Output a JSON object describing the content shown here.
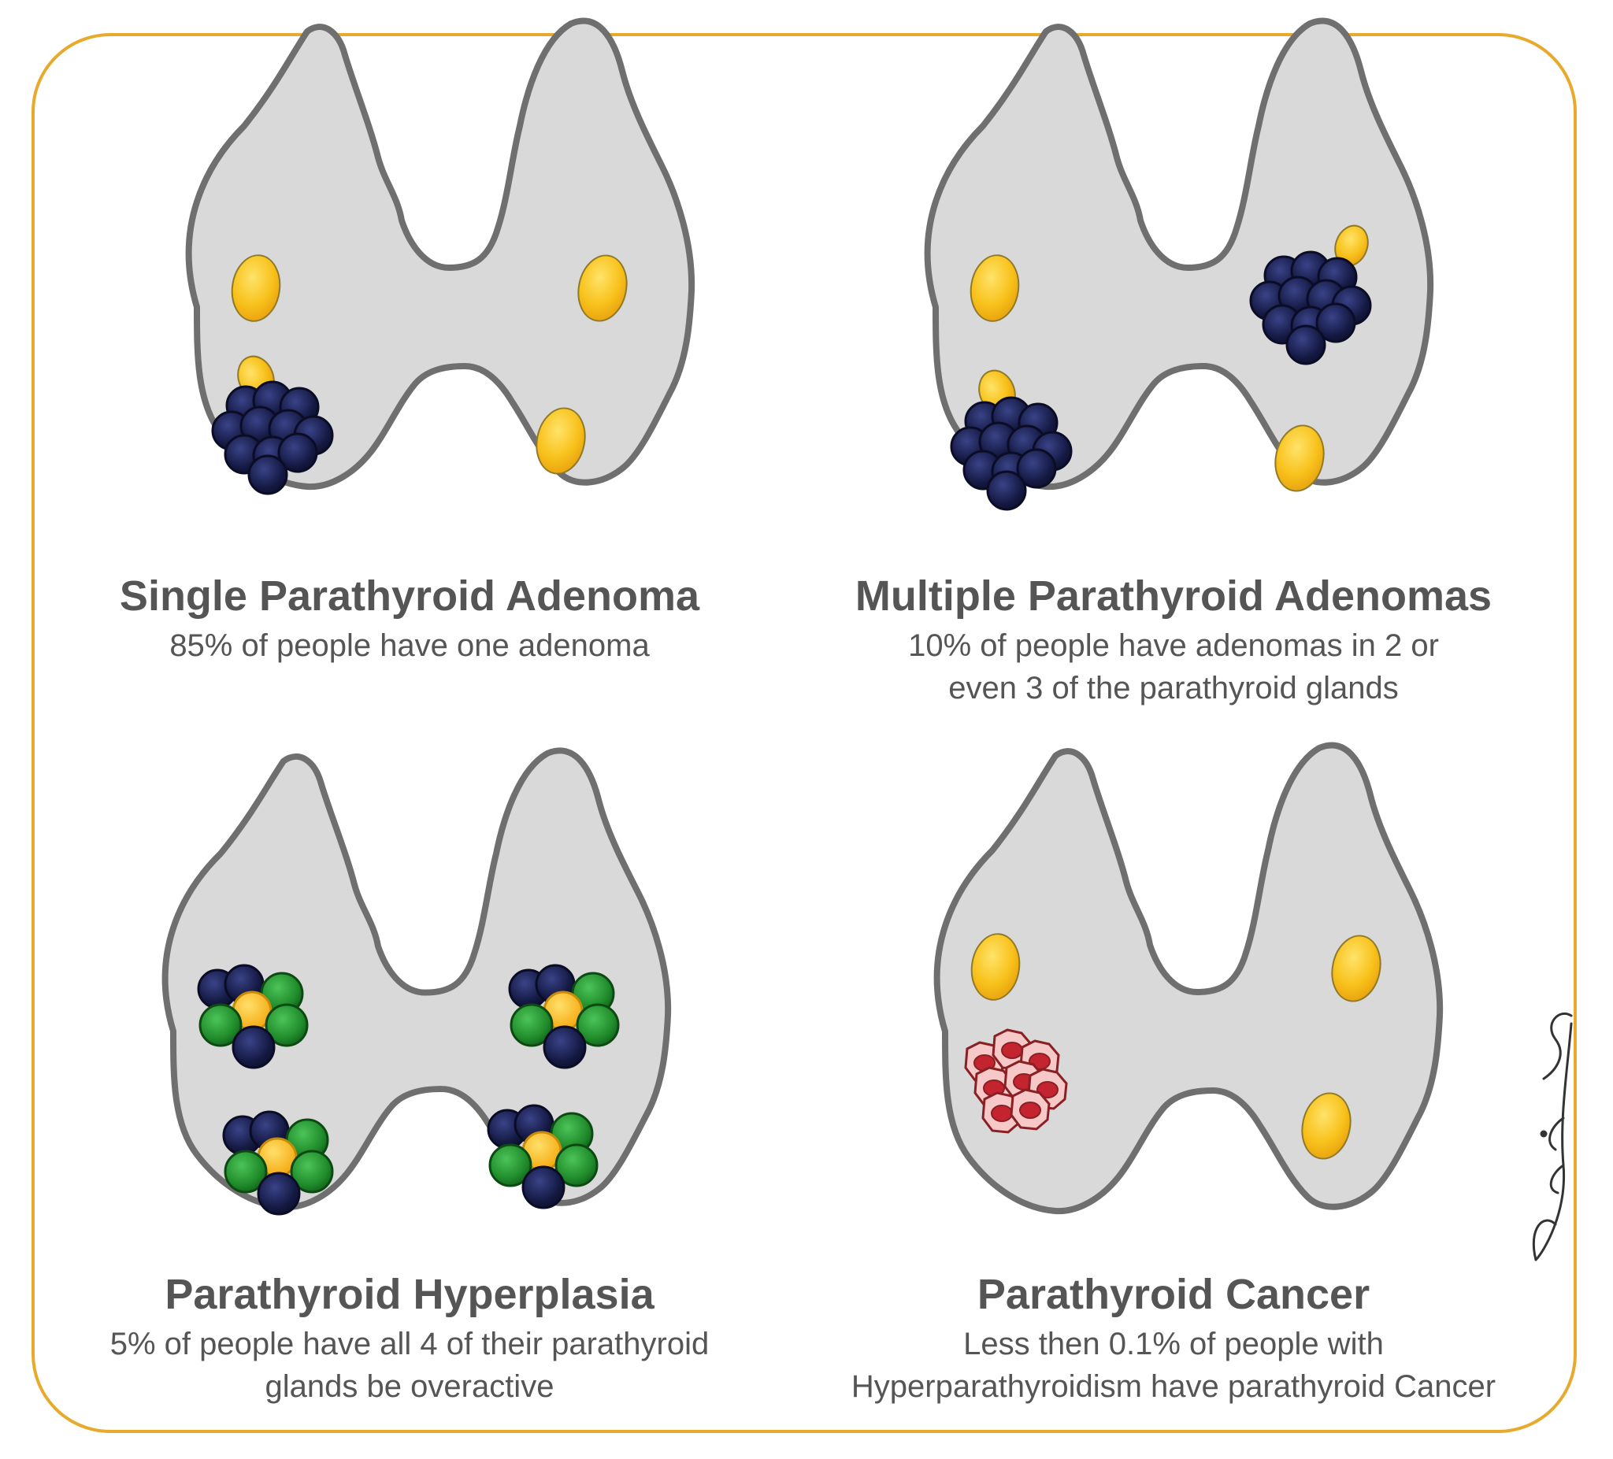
{
  "colors": {
    "frame": "#e8aa2c",
    "thyroid_fill": "#d9d9d9",
    "thyroid_outline": "#6f6f6f",
    "gland_yellow": "#f8c21c",
    "adenoma_navy": "#1a1f4a",
    "hyperplasia_green": "#1f8a2a",
    "cancer_red": "#c4242f",
    "text": "#555555"
  },
  "panels": [
    {
      "id": "single",
      "title": "Single Parathyroid Adenoma",
      "caption_lines": [
        "85% of people have one adenoma"
      ]
    },
    {
      "id": "multiple",
      "title": "Multiple Parathyroid Adenomas",
      "caption_lines": [
        "10% of people have adenomas in 2 or",
        "even 3 of the parathyroid glands"
      ]
    },
    {
      "id": "hyperplasia",
      "title": "Parathyroid Hyperplasia",
      "caption_lines": [
        "5% of people have all 4 of their parathyroid",
        "glands be overactive"
      ]
    },
    {
      "id": "cancer",
      "title": "Parathyroid Cancer",
      "caption_lines": [
        "Less then 0.1% of people with",
        "Hyperparathyroidism have parathyroid Cancer"
      ]
    }
  ],
  "signature": "Zaiam"
}
